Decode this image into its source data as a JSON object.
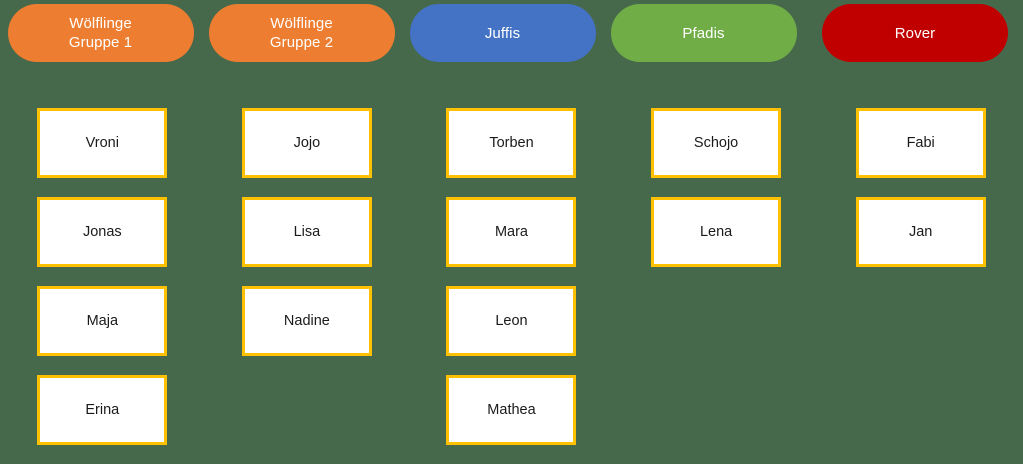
{
  "background_color": "#47694B",
  "card_border_color": "#FFC000",
  "card_fill_color": "#FFFFFF",
  "groups": [
    {
      "id": "woelflinge-gruppe-1",
      "label_lines": [
        "Wölflinge",
        "Gruppe 1"
      ],
      "color": "#ED7D31",
      "members": [
        "Vroni",
        "Jonas",
        "Maja",
        "Erina"
      ]
    },
    {
      "id": "woelflinge-gruppe-2",
      "label_lines": [
        "Wölflinge",
        "Gruppe 2"
      ],
      "color": "#ED7D31",
      "members": [
        "Jojo",
        "Lisa",
        "Nadine"
      ]
    },
    {
      "id": "juffis",
      "label_lines": [
        "Juffis"
      ],
      "color": "#4472C4",
      "members": [
        "Torben",
        "Mara",
        "Leon",
        "Mathea"
      ]
    },
    {
      "id": "pfadis",
      "label_lines": [
        "Pfadis"
      ],
      "color": "#70AD47",
      "members": [
        "Schojo",
        "Lena"
      ]
    },
    {
      "id": "rover",
      "label_lines": [
        "Rover"
      ],
      "color": "#C00000",
      "members": [
        "Fabi",
        "Jan"
      ]
    }
  ]
}
